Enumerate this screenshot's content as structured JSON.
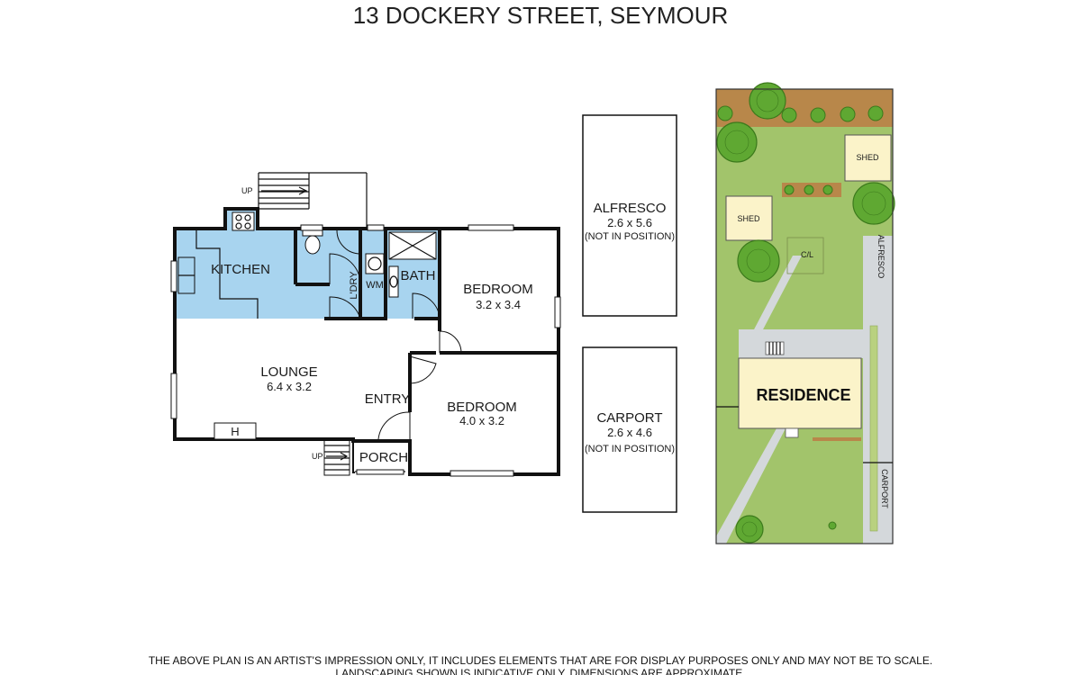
{
  "title": "13 DOCKERY STREET, SEYMOUR",
  "floorplan": {
    "kitchen": "KITCHEN",
    "laundry": "L'DRY",
    "wm": "WM",
    "bath": "BATH",
    "bedroom1": {
      "name": "BEDROOM",
      "size": "3.2 x 3.4"
    },
    "lounge": {
      "name": "LOUNGE",
      "size": "6.4 x 3.2"
    },
    "entry": "ENTRY",
    "bedroom2": {
      "name": "BEDROOM",
      "size": "4.0 x 3.2"
    },
    "porch": "PORCH",
    "heater": "H",
    "up_rear": "UP",
    "up_front": "UP"
  },
  "outbuildings": {
    "alfresco": {
      "name": "ALFRESCO",
      "size": "2.6 x 5.6",
      "note": "(NOT IN POSITION)"
    },
    "carport": {
      "name": "CARPORT",
      "size": "2.6 x 4.6",
      "note": "(NOT IN POSITION)"
    }
  },
  "siteplan": {
    "shed1": "SHED",
    "shed2": "SHED",
    "cl": "C/L",
    "alfresco": "ALFRESCO",
    "residence": "RESIDENCE",
    "carport": "CARPORT"
  },
  "colors": {
    "wet_area": "#a8d4ef",
    "lawn": "#a2c46b",
    "garden_bed": "#b8874a",
    "building": "#fbf3c9",
    "paving": "#d4d8db"
  },
  "disclaimer": {
    "line1": "THE ABOVE PLAN IS AN ARTIST'S IMPRESSION ONLY, IT INCLUDES ELEMENTS THAT ARE FOR DISPLAY PURPOSES ONLY AND MAY NOT BE TO SCALE.",
    "line2": "LANDSCAPING SHOWN IS INDICATIVE ONLY. DIMENSIONS ARE APPROXIMATE."
  }
}
